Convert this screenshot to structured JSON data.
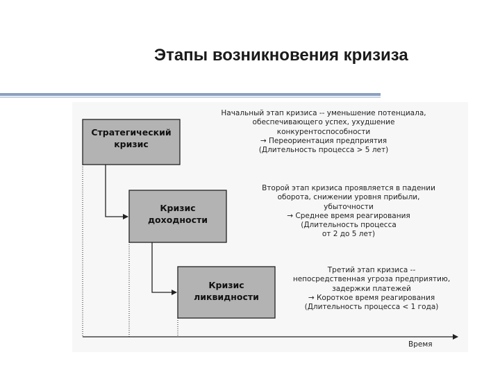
{
  "slide": {
    "title": "Этапы возникновения кризиза"
  },
  "diagram": {
    "stages": [
      {
        "box_lines": [
          "Стратегический",
          "кризис"
        ],
        "note_lines": [
          "Начальный этап кризиса -- уменьшение потенциала,",
          "обеспечивающего успех, ухудшение",
          "конкурентоспособности",
          "→ Переориентация предприятия",
          "(Длительность процесса > 5 лет)"
        ]
      },
      {
        "box_lines": [
          "Кризис",
          "доходности"
        ],
        "note_lines": [
          "Второй этап кризиса проявляется в падении",
          "оборота, снижении уровня прибыли,",
          "убыточности",
          "→ Среднее время реагирования",
          "(Длительность процесса",
          "от 2 до 5 лет)"
        ]
      },
      {
        "box_lines": [
          "Кризис",
          "ликвидности"
        ],
        "note_lines": [
          "Третий этап кризиса --",
          "непосредственная угроза предприятию,",
          "задержки платежей",
          "→ Короткое время реагирования",
          "(Длительность процесса < 1 года)"
        ]
      }
    ],
    "axis_label": "Время",
    "colors": {
      "box_fill": "#b3b3b3",
      "line": "#222222",
      "rule_dark": "#8aa0bf",
      "rule_light": "#c7d3e4"
    }
  }
}
